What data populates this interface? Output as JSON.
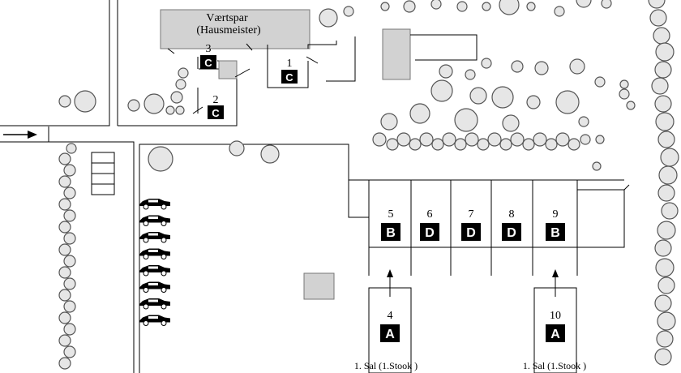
{
  "map": {
    "host_building": {
      "line1": "Værtspar",
      "line2": "(Hausmeister)"
    },
    "units": [
      {
        "number": "1",
        "category": "C"
      },
      {
        "number": "2",
        "category": "C"
      },
      {
        "number": "3",
        "category": "C"
      },
      {
        "number": "4",
        "category": "A"
      },
      {
        "number": "5",
        "category": "B"
      },
      {
        "number": "6",
        "category": "D"
      },
      {
        "number": "7",
        "category": "D"
      },
      {
        "number": "8",
        "category": "D"
      },
      {
        "number": "9",
        "category": "B"
      },
      {
        "number": "10",
        "category": "A"
      }
    ],
    "floor_notes": [
      {
        "text": "1. Sal (1.Stook )"
      },
      {
        "text": "1. Sal (1.Stook )"
      }
    ],
    "parked_cars": 8
  }
}
